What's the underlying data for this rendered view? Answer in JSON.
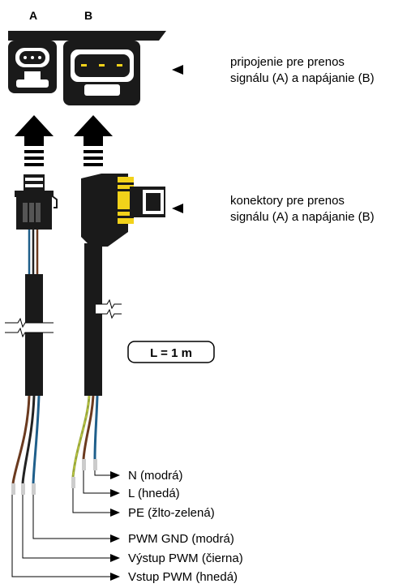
{
  "headers": {
    "a": "A",
    "b": "B"
  },
  "callouts": {
    "top_line1": "pripojenie pre prenos",
    "top_line2": "signálu (A) a napájanie (B)",
    "mid_line1": "konektory pre prenos",
    "mid_line2": "signálu (A) a napájanie (B)"
  },
  "length_label": "L = 1 m",
  "power_wires": [
    {
      "label": "N (modrá)",
      "color": "#1f5f8b"
    },
    {
      "label": "L (hnedá)",
      "color": "#6b3a1f"
    },
    {
      "label": "PE (žlto-zelená)",
      "color": "#9aa83a"
    }
  ],
  "signal_wires": [
    {
      "label": "PWM GND (modrá)",
      "color": "#1f5f8b"
    },
    {
      "label": "Výstup PWM (čierna)",
      "color": "#222222"
    },
    {
      "label": "Vstup PWM (hnedá)",
      "color": "#6b3a1f"
    }
  ],
  "colors": {
    "cable": "#1a1a1a",
    "seal_yellow": "#f2d21a",
    "stripe": "#cccccc"
  }
}
